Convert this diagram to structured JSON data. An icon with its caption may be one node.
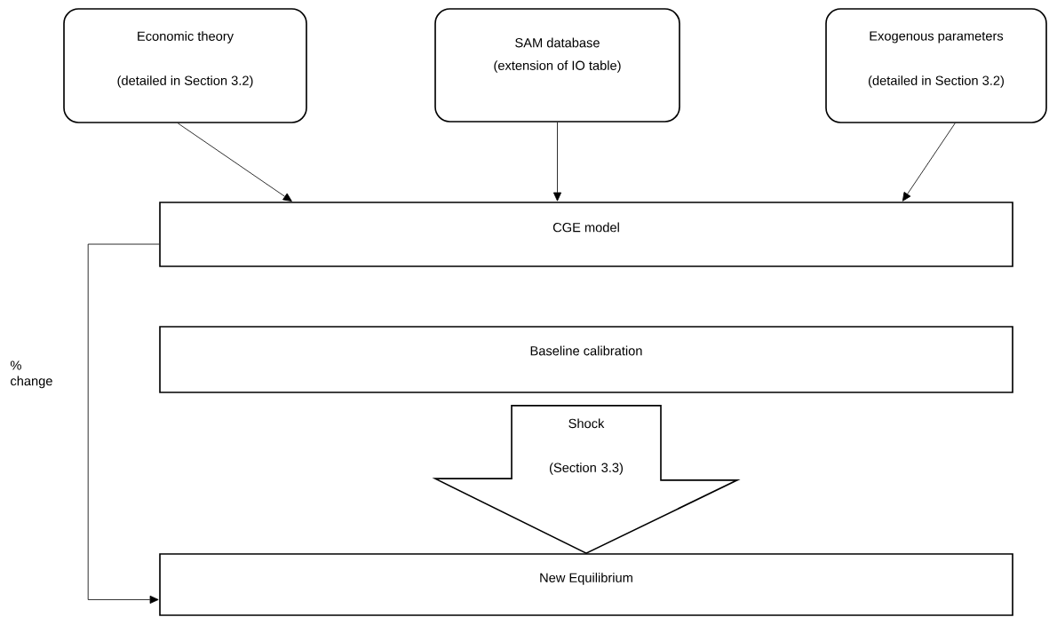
{
  "diagram": {
    "nodes": [
      {
        "text": [
          "Economic theory",
          "(detailed in Section 3.2)"
        ]
      },
      {
        "text": [
          "SAM database",
          "(extension of IO table)"
        ]
      },
      {
        "text": [
          "Exogenous parameters",
          "(detailed in Section 3.2)"
        ]
      },
      {
        "text": [
          "CGE model"
        ]
      },
      {
        "text": [
          "Baseline calibration"
        ]
      },
      {
        "text": [
          "New Equilibrium"
        ]
      }
    ],
    "edges": [
      {
        "from": 0,
        "to": 3,
        "arrow": "to"
      },
      {
        "from": 1,
        "to": 3,
        "arrow": "to"
      },
      {
        "from": 2,
        "to": 3,
        "arrow": "to"
      },
      {
        "from": 3,
        "to": 5,
        "arrow": "to",
        "label": "% change"
      },
      {
        "from": 4,
        "to": 5,
        "arrow": "to",
        "label": "Shock (Section 3.3)",
        "style": "thick"
      }
    ]
  }
}
